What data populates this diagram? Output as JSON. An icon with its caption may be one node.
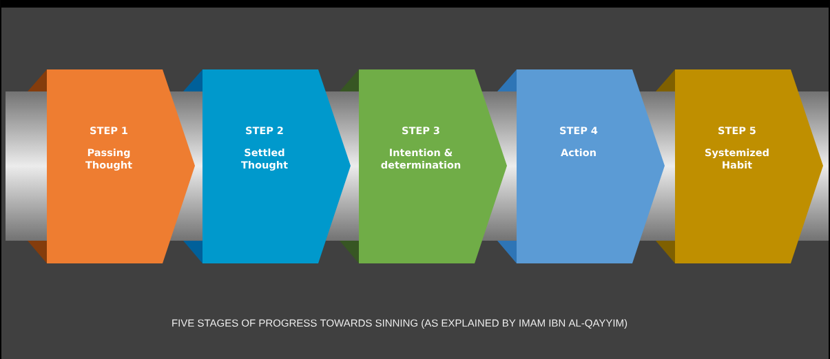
{
  "diagram": {
    "caption": "FIVE STAGES OF PROGRESS TOWARDS SINNING (AS EXPLAINED BY IMAM IBN AL-QAYYIM)",
    "nodes": [
      {
        "text": [
          "STEP 1",
          "Passing Thought"
        ]
      },
      {
        "text": [
          "STEP 2",
          "Settled Thought"
        ]
      },
      {
        "text": [
          "STEP 3",
          "Intention & determination"
        ]
      },
      {
        "text": [
          "STEP 4",
          "Action"
        ]
      },
      {
        "text": [
          "STEP 5",
          "Systemized Habit"
        ]
      }
    ]
  }
}
